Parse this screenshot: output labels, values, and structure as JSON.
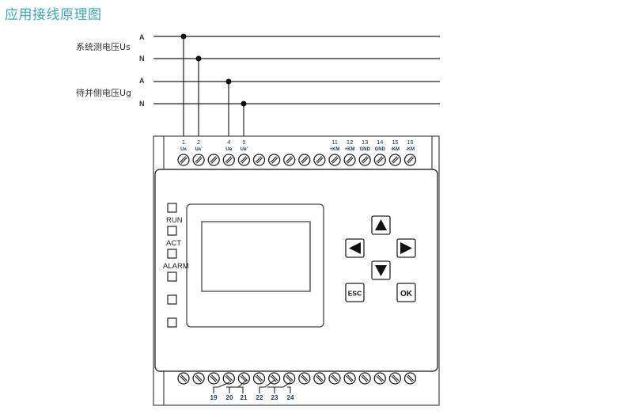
{
  "title": "应用接线原理图",
  "voltage_groups": [
    {
      "label": "系统测电压Us",
      "lines": [
        "A",
        "N"
      ]
    },
    {
      "label": "待并侧电压Ug",
      "lines": [
        "A",
        "N"
      ]
    }
  ],
  "top_terminals": [
    {
      "num": "1",
      "sub": "Uᴀ"
    },
    {
      "num": "2",
      "sub": "Uᴀ'"
    },
    {
      "num": "",
      "sub": ""
    },
    {
      "num": "4",
      "sub": "Uʙ"
    },
    {
      "num": "5",
      "sub": "Uʙ'"
    },
    {
      "num": "",
      "sub": ""
    },
    {
      "num": "",
      "sub": ""
    },
    {
      "num": "",
      "sub": ""
    },
    {
      "num": "",
      "sub": ""
    },
    {
      "num": "",
      "sub": ""
    },
    {
      "num": "11",
      "sub": "+KM"
    },
    {
      "num": "12",
      "sub": "+KM"
    },
    {
      "num": "13",
      "sub": "GND"
    },
    {
      "num": "14",
      "sub": "GND"
    },
    {
      "num": "15",
      "sub": "-KM"
    },
    {
      "num": "16",
      "sub": "-KM"
    }
  ],
  "bottom_terminal_count": 16,
  "relay_labels": [
    "19",
    "20",
    "21",
    "22",
    "23",
    "24"
  ],
  "leds": [
    "RUN",
    "ACT",
    "ALARM",
    "",
    "",
    ""
  ],
  "buttons": {
    "up": "up-arrow",
    "down": "down-arrow",
    "left": "left-arrow",
    "right": "right-arrow",
    "esc": "ESC",
    "ok": "OK"
  }
}
